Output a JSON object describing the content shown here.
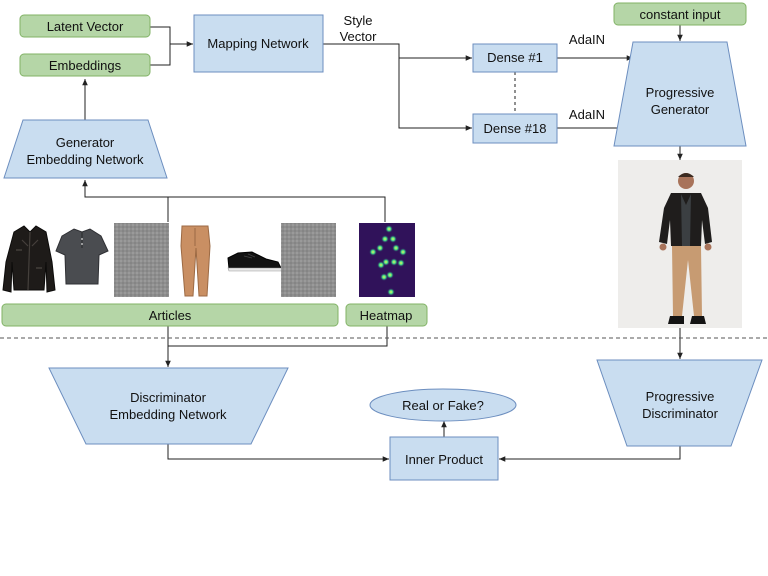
{
  "colors": {
    "green_box": "#b5d6a7",
    "green_border": "#82b366",
    "blue_box": "#c9ddf0",
    "blue_border": "#6c8ebf",
    "line": "#222222"
  },
  "inputs": {
    "latent_vector": "Latent Vector",
    "embeddings": "Embeddings",
    "constant_input": "constant input"
  },
  "nodes": {
    "mapping_network": "Mapping Network",
    "style_vector_1": "Style",
    "style_vector_2": "Vector",
    "dense_1": "Dense #1",
    "dense_18": "Dense #18",
    "adain_1": "AdaIN",
    "adain_2": "AdaIN",
    "progressive_generator_1": "Progressive",
    "progressive_generator_2": "Generator",
    "generator_embedding_1": "Generator",
    "generator_embedding_2": "Embedding Network",
    "discriminator_embedding_1": "Discriminator",
    "discriminator_embedding_2": "Embedding Network",
    "progressive_discriminator_1": "Progressive",
    "progressive_discriminator_2": "Discriminator",
    "real_or_fake": "Real or Fake?",
    "inner_product": "Inner Product"
  },
  "labels": {
    "articles": "Articles",
    "heatmap": "Heatmap"
  },
  "article_images": [
    "leather-jacket",
    "grey-henley-tshirt",
    "empty-slot",
    "beige-chinos",
    "black-sneaker",
    "empty-slot"
  ],
  "output_image": "generated-model-photo"
}
